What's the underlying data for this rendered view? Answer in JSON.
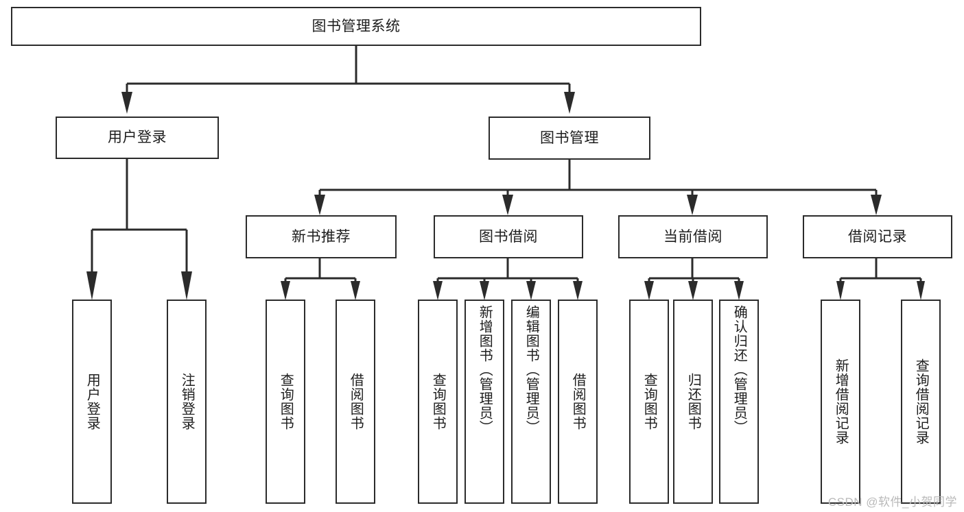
{
  "diagram": {
    "type": "tree-hierarchy-chart",
    "title": "图书管理系统",
    "watermark": "CSDN @软件_小贺同学",
    "colors": {
      "box_border": "#2b2b2b",
      "box_fill": "#ffffff",
      "connector": "#2b2b2b",
      "text": "#1d1d1d",
      "watermark": "#b9b9b9",
      "background": "#ffffff"
    },
    "root": {
      "label": "图书管理系统",
      "orientation": "horizontal"
    },
    "level2": [
      {
        "label": "用户登录",
        "orientation": "horizontal"
      },
      {
        "label": "图书管理",
        "orientation": "horizontal"
      }
    ],
    "level3": [
      {
        "label": "新书推荐",
        "orientation": "horizontal"
      },
      {
        "label": "图书借阅",
        "orientation": "horizontal"
      },
      {
        "label": "当前借阅",
        "orientation": "horizontal"
      },
      {
        "label": "借阅记录",
        "orientation": "horizontal"
      }
    ],
    "leaves": {
      "user_login": [
        {
          "label": "用户登录",
          "orientation": "vertical"
        },
        {
          "label": "注销登录",
          "orientation": "vertical"
        }
      ],
      "new_book_recommend": [
        {
          "label": "查询图书",
          "orientation": "vertical"
        },
        {
          "label": "借阅图书",
          "orientation": "vertical"
        }
      ],
      "book_borrow": [
        {
          "label": "查询图书",
          "orientation": "vertical"
        },
        {
          "label": "新增图书（管理员）",
          "orientation": "vertical"
        },
        {
          "label": "编辑图书（管理员）",
          "orientation": "vertical"
        },
        {
          "label": "借阅图书",
          "orientation": "vertical"
        }
      ],
      "current_borrow": [
        {
          "label": "查询图书",
          "orientation": "vertical"
        },
        {
          "label": "归还图书",
          "orientation": "vertical"
        },
        {
          "label": "确认归还（管理员）",
          "orientation": "vertical"
        }
      ],
      "borrow_record": [
        {
          "label": "新增借阅记录",
          "orientation": "vertical"
        },
        {
          "label": "查询借阅记录",
          "orientation": "vertical"
        }
      ]
    }
  }
}
